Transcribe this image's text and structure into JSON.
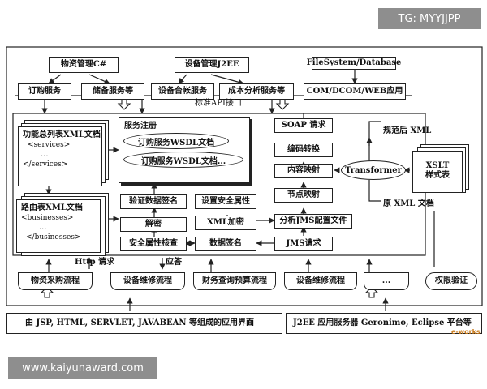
{
  "watermark_top": "TG: MYYJJPP",
  "watermark_bottom": "www.kaiyunaward.com",
  "watermark_corner": "e-works",
  "top": {
    "supply_mgmt": "物资管理C#",
    "equipment_mgmt": "设备管理J2EE",
    "filesystem_db": "FileSystem/Database",
    "order_service": "订购服务",
    "storage_service": "储备服务等",
    "equipment_ledger_service": "设备台帐服务",
    "cost_analysis_service": "成本分析服务等",
    "com_dcom_web_app": "COM/DCOM/WEB应用",
    "standard_api": "标准API接口"
  },
  "left": {
    "function_list_doc_title": "功能总列表XML文档",
    "function_list_doc_open": "<services>",
    "function_list_doc_dots": "...",
    "function_list_doc_close": "</services>",
    "routing_doc_title": "路由表XML文档",
    "routing_doc_open": "<businesses>",
    "routing_doc_dots": "...",
    "routing_doc_close": "</businesses>"
  },
  "registry": {
    "title": "服务注册",
    "wsdl_1": "订购服务WSDL文档",
    "wsdl_2": "订购服务WSDL文档..."
  },
  "pipeline": {
    "soap_request": "SOAP 请求",
    "encoding_conversion": "编码转换",
    "content_mapping": "内容映射",
    "node_mapping": "节点映射",
    "parse_jms_config": "分析JMS配置文件",
    "jms_request": "JMS请求",
    "verify_signature": "验证数据签名",
    "decrypt": "解密",
    "security_check": "安全属性核查",
    "set_security_attr": "设置安全属性",
    "xml_encrypt": "XML加密",
    "data_signature": "数据签名"
  },
  "transform": {
    "normalized_xml": "规范后 XML",
    "transformer": "Transformer",
    "xslt_line1": "XSLT",
    "xslt_line2": "样式表",
    "original_xml": "原 XML 文档"
  },
  "http_request": "Http 请求",
  "response": "应答",
  "processes": {
    "procurement": "物资采购流程",
    "maintenance_1": "设备维修流程",
    "finance_budget": "财务查询预算流程",
    "maintenance_2": "设备维修流程",
    "more": "...",
    "auth": "权限验证"
  },
  "bottom": {
    "ui_layer": "由 JSP, HTML, SERVLET, JAVABEAN 等组成的应用界面",
    "app_server": "J2EE 应用服务器 Geronimo, Eclipse 平台等"
  }
}
